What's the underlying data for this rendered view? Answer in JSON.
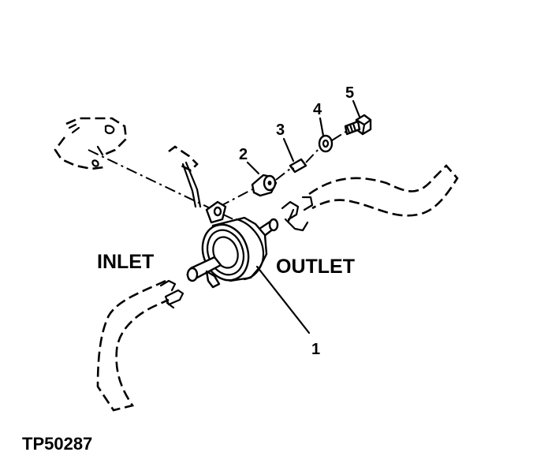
{
  "labels": {
    "inlet": "INLET",
    "outlet": "OUTLET",
    "figure_id": "TP50287"
  },
  "callouts": [
    "1",
    "2",
    "3",
    "4",
    "5"
  ]
}
